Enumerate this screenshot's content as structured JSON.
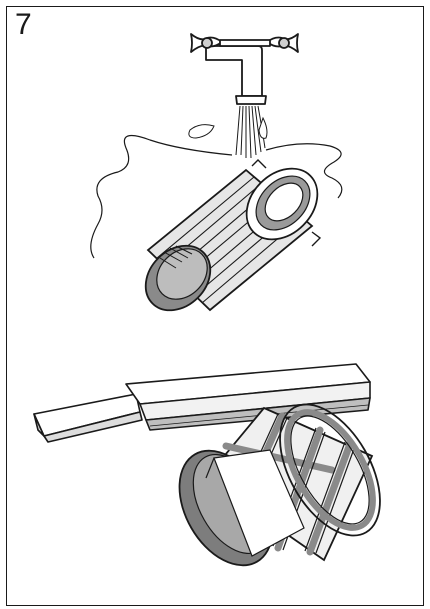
{
  "step": {
    "number": "7"
  },
  "illustrations": [
    {
      "name": "tap-rinsing-filter",
      "icon": "water-tap-icon"
    },
    {
      "name": "brush-and-pre-filter",
      "icon": "cleaning-brush-icon"
    }
  ],
  "colors": {
    "outline": "#1a1a1a",
    "gray_dark": "#7d7d7d",
    "gray_mid": "#a8a8a8",
    "gray_light": "#d4d4d4",
    "white": "#ffffff"
  }
}
